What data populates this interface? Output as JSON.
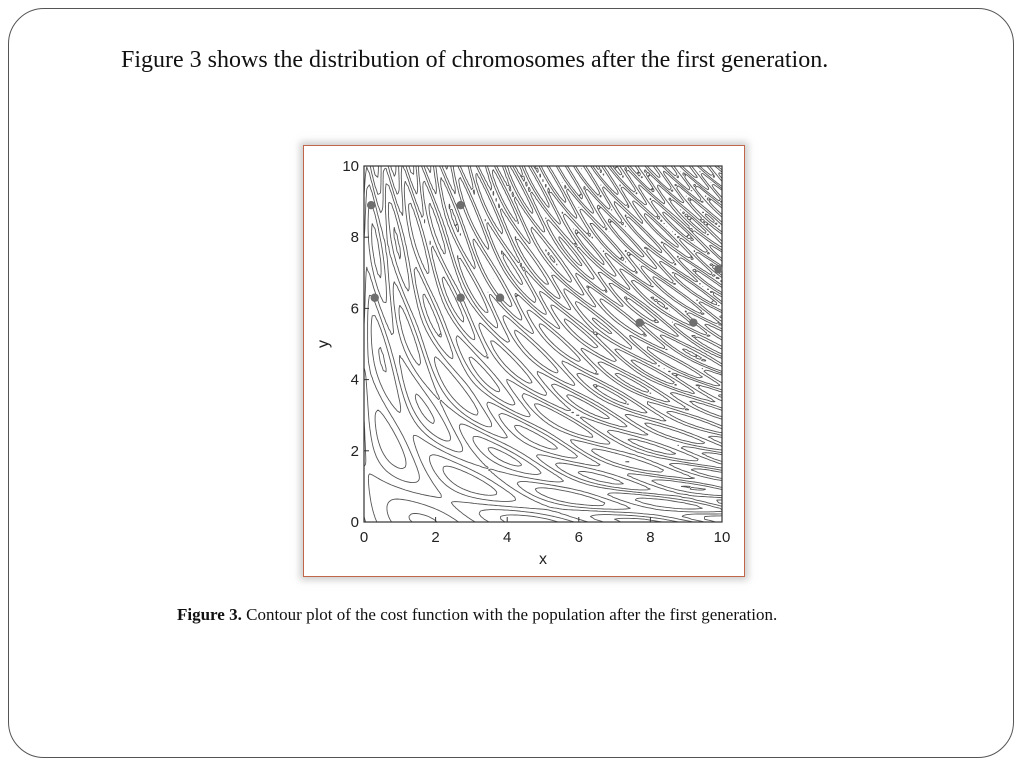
{
  "slide": {
    "heading": "Figure 3 shows the distribution of chromosomes after the first generation.",
    "caption_label": "Figure 3.",
    "caption_text": " Contour plot of the cost function with the population after the first generation."
  },
  "chart_data": {
    "type": "scatter",
    "subtype": "contour-with-points",
    "xlabel": "x",
    "ylabel": "y",
    "xlim": [
      0,
      10
    ],
    "ylim": [
      0,
      10
    ],
    "x_ticks": [
      0,
      2,
      4,
      6,
      8,
      10
    ],
    "y_ticks": [
      0,
      2,
      4,
      6,
      8,
      10
    ],
    "grid": false,
    "legend": "none",
    "contour_color": "#555555",
    "point_color": "#6e6e6e",
    "points": [
      {
        "x": 0.2,
        "y": 8.9
      },
      {
        "x": 2.7,
        "y": 8.9
      },
      {
        "x": 0.3,
        "y": 6.3
      },
      {
        "x": 2.7,
        "y": 6.3
      },
      {
        "x": 3.8,
        "y": 6.3
      },
      {
        "x": 7.7,
        "y": 5.6
      },
      {
        "x": 9.2,
        "y": 5.6
      },
      {
        "x": 9.9,
        "y": 7.1
      }
    ]
  }
}
